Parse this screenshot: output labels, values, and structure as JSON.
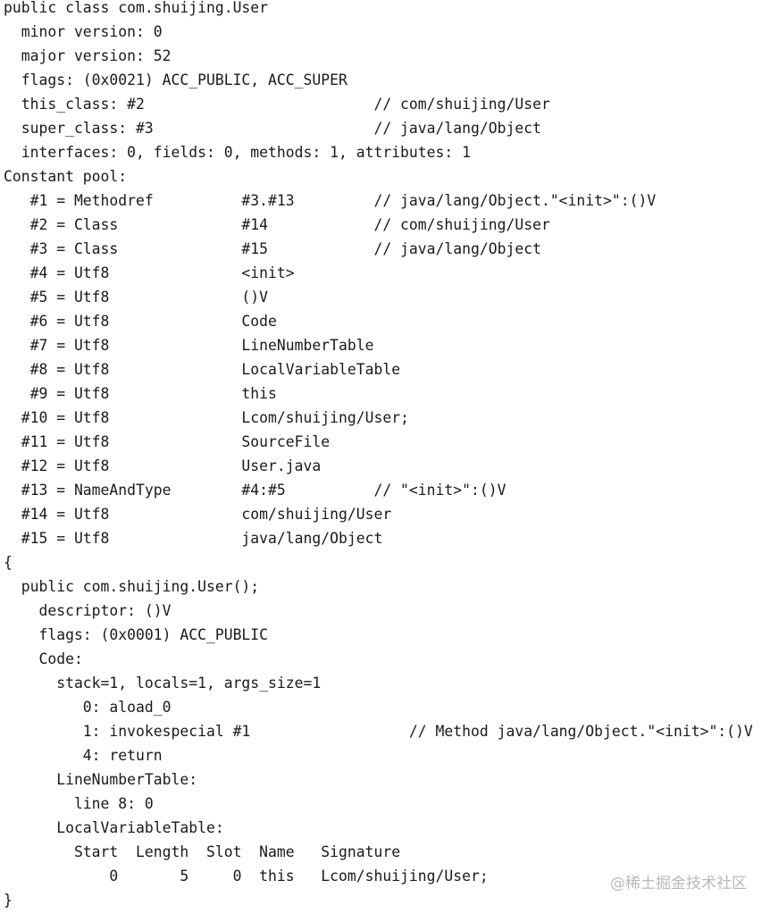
{
  "document": {
    "lines": [
      "public class com.shuijing.User",
      "  minor version: 0",
      "  major version: 52",
      "  flags: (0x0021) ACC_PUBLIC, ACC_SUPER",
      "  this_class: #2                          // com/shuijing/User",
      "  super_class: #3                         // java/lang/Object",
      "  interfaces: 0, fields: 0, methods: 1, attributes: 1",
      "Constant pool:",
      "   #1 = Methodref          #3.#13         // java/lang/Object.\"<init>\":()V",
      "   #2 = Class              #14            // com/shuijing/User",
      "   #3 = Class              #15            // java/lang/Object",
      "   #4 = Utf8               <init>",
      "   #5 = Utf8               ()V",
      "   #6 = Utf8               Code",
      "   #7 = Utf8               LineNumberTable",
      "   #8 = Utf8               LocalVariableTable",
      "   #9 = Utf8               this",
      "  #10 = Utf8               Lcom/shuijing/User;",
      "  #11 = Utf8               SourceFile",
      "  #12 = Utf8               User.java",
      "  #13 = NameAndType        #4:#5          // \"<init>\":()V",
      "  #14 = Utf8               com/shuijing/User",
      "  #15 = Utf8               java/lang/Object",
      "{",
      "  public com.shuijing.User();",
      "    descriptor: ()V",
      "    flags: (0x0001) ACC_PUBLIC",
      "    Code:",
      "      stack=1, locals=1, args_size=1",
      "         0: aload_0",
      "         1: invokespecial #1                  // Method java/lang/Object.\"<init>\":()V",
      "         4: return",
      "      LineNumberTable:",
      "        line 8: 0",
      "      LocalVariableTable:",
      "        Start  Length  Slot  Name   Signature",
      "            0       5     0  this   Lcom/shuijing/User;",
      "}"
    ]
  },
  "watermark": "@稀土掘金技术社区"
}
